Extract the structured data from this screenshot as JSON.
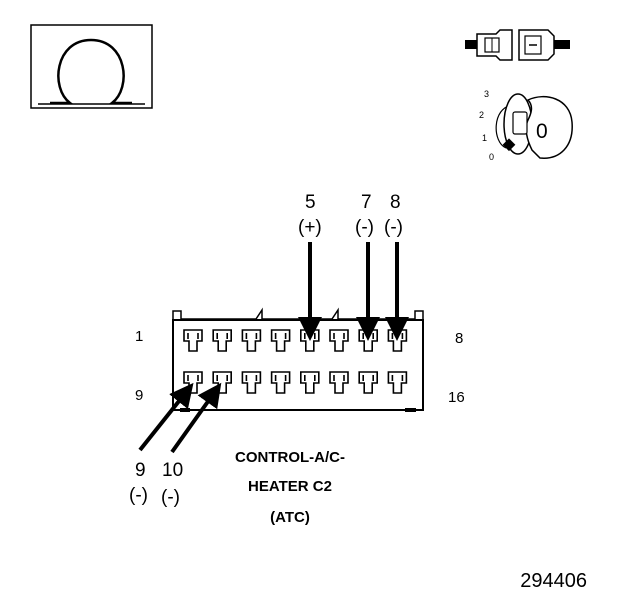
{
  "meter_icon": {
    "symbol": "Ω",
    "name": "ohmmeter-icon"
  },
  "connector_icon": {
    "name": "connector-disconnect-icon"
  },
  "ignition": {
    "positions": [
      "3",
      "2",
      "1",
      "0"
    ],
    "key_position": "0"
  },
  "connector": {
    "title_lines": [
      "CONTROL-A/C-",
      "HEATER C2",
      "(ATC)"
    ],
    "row_labels": {
      "top_left": "1",
      "top_right": "8",
      "bottom_left": "9",
      "bottom_right": "16"
    },
    "test_pins": [
      {
        "pin": "5",
        "polarity": "(+)"
      },
      {
        "pin": "7",
        "polarity": "(-)"
      },
      {
        "pin": "8",
        "polarity": "(-)"
      },
      {
        "pin": "9",
        "polarity": "(-)"
      },
      {
        "pin": "10",
        "polarity": "(-)"
      }
    ]
  },
  "figure_number": "294406"
}
